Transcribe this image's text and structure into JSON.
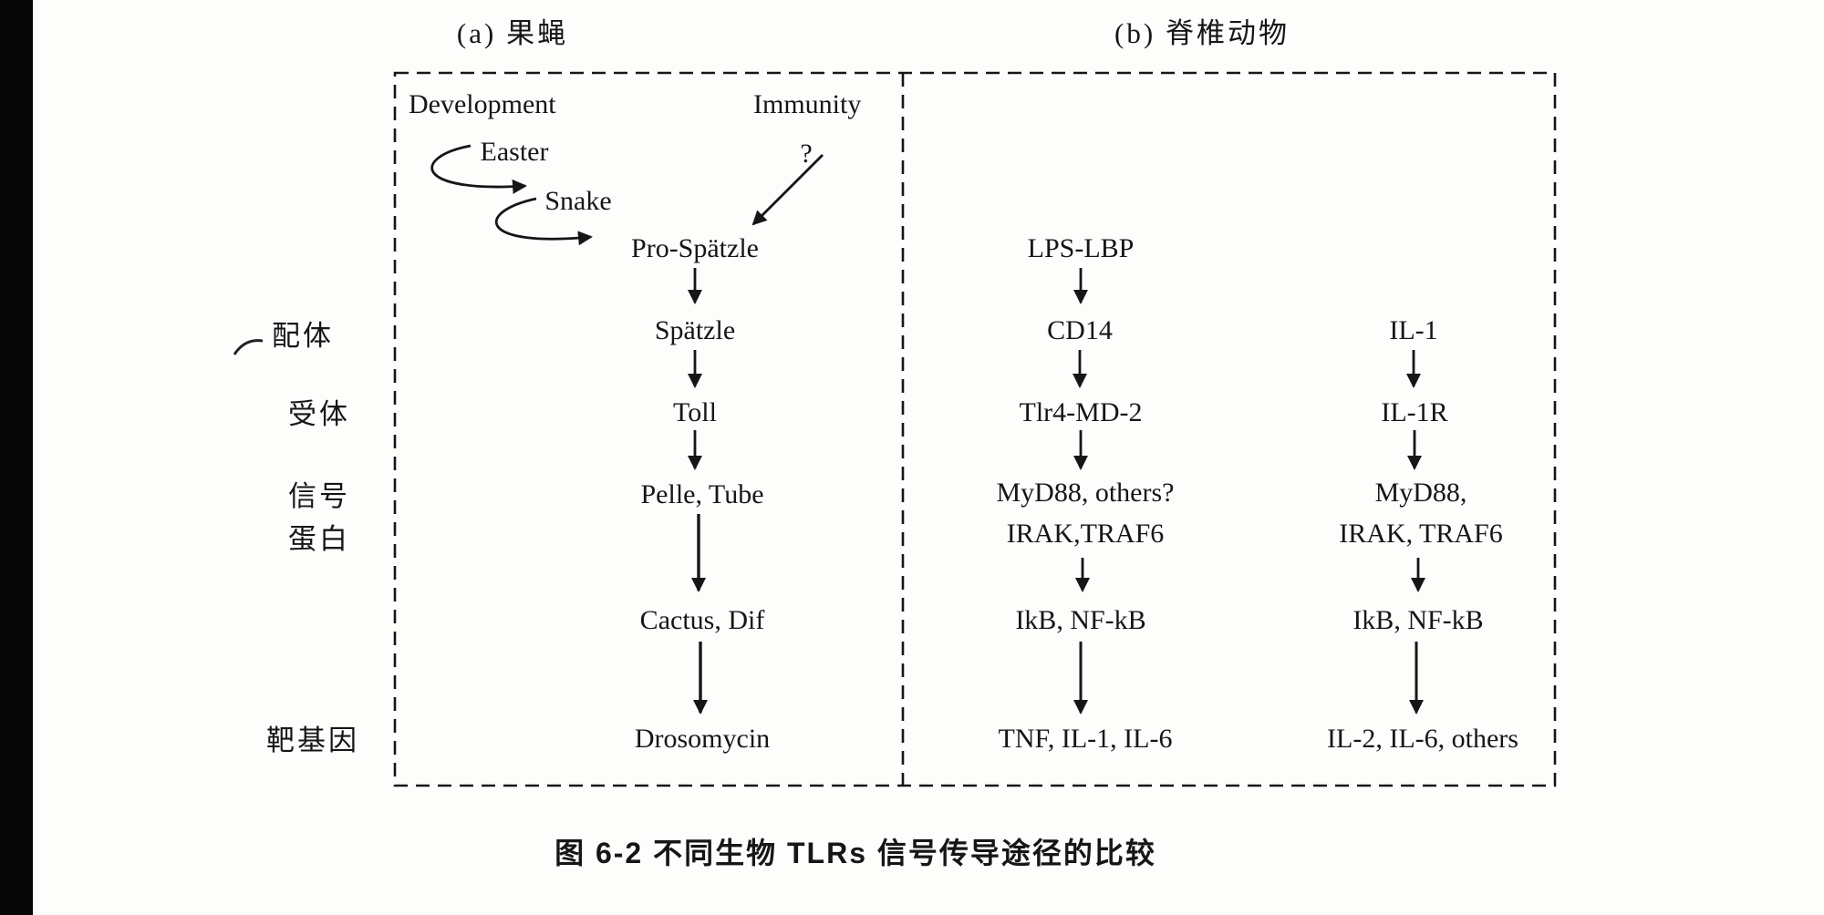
{
  "figure": {
    "panel_a_title": "(a) 果蝇",
    "panel_b_title": "(b) 脊椎动物",
    "caption": "图 6-2  不同生物 TLRs 信号传导途径的比较"
  },
  "row_labels": {
    "ligand": "配体",
    "receptor": "受体",
    "signal_protein": "信号\n蛋白",
    "target_gene": "靶基因"
  },
  "drosophila": {
    "development_label": "Development",
    "immunity_label": "Immunity",
    "easter": "Easter",
    "snake": "Snake",
    "question_mark": "?",
    "pro_spatzle": "Pro-Spätzle",
    "spatzle": "Spätzle",
    "toll": "Toll",
    "pelle_tube": "Pelle, Tube",
    "cactus_dif": "Cactus, Dif",
    "drosomycin": "Drosomycin"
  },
  "vertebrate": {
    "lps_pathway": {
      "lps_lbp": "LPS-LBP",
      "cd14": "CD14",
      "tlr4_md2": "Tlr4-MD-2",
      "adapters": "MyD88, others?\nIRAK,TRAF6",
      "ikb_nfkb": "IkB, NF-kB",
      "targets": "TNF, IL-1, IL-6"
    },
    "il1_pathway": {
      "il1": "IL-1",
      "il1r": "IL-1R",
      "adapters": "MyD88,\nIRAK, TRAF6",
      "ikb_nfkb": "IkB, NF-kB",
      "targets": "IL-2, IL-6, others"
    }
  },
  "ink_color": "#161616"
}
